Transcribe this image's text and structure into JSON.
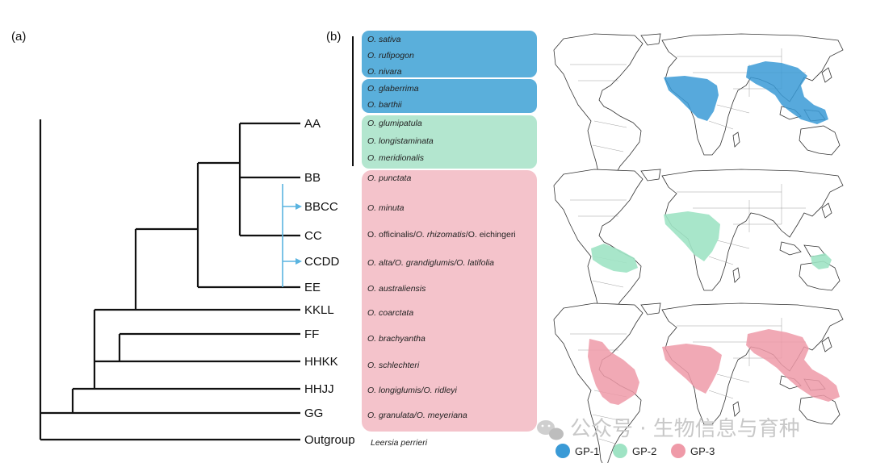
{
  "panel_a_label": "(a)",
  "panel_b_label": "(b)",
  "genomes": [
    "AA",
    "BB",
    "BBCC",
    "CC",
    "CCDD",
    "EE",
    "KKLL",
    "FF",
    "HHKK",
    "HHJJ",
    "GG",
    "Outgroup"
  ],
  "outgroup_species": "Leersia perrieri",
  "species": {
    "sativa": "O. sativa",
    "rufipogon": "O. rufipogon",
    "nivara": "O. nivara",
    "glaberrima": "O. glaberrima",
    "barthii": "O. barthii",
    "glumipatula": "O. glumipatula",
    "longistaminata": "O. longistaminata",
    "meridionalis": "O. meridionalis",
    "punctata": "O. punctata",
    "minuta": "O. minuta",
    "officinalis_1": "O. officinalis/",
    "officinalis_2": "O. rhizomatis",
    "officinalis_3": "/O. eichingeri",
    "alta": "O. alta/O. grandiglumis/O. latifolia",
    "australiensis": "O. australiensis",
    "coarctata": "O. coarctata",
    "brachyantha": "O. brachyantha",
    "schlechteri": "O. schlechteri",
    "longiglumis": "O. longiglumis/O. ridleyi",
    "granulata": "O. granulata/O. meyeriana"
  },
  "colors": {
    "gp1": "#5aafdb",
    "gp2": "#b3e6cf",
    "gp3": "#f4c3cb",
    "gp1_map": "#3a9ad6",
    "gp2_map": "#9fe3c4",
    "gp3_map": "#ef9aa8"
  },
  "legend": [
    {
      "label": "GP-1",
      "color": "#3a9ad6"
    },
    {
      "label": "GP-2",
      "color": "#9fe3c4"
    },
    {
      "label": "GP-3",
      "color": "#ef9aa8"
    }
  ],
  "watermark": "公众号 · 生物信息与育种"
}
